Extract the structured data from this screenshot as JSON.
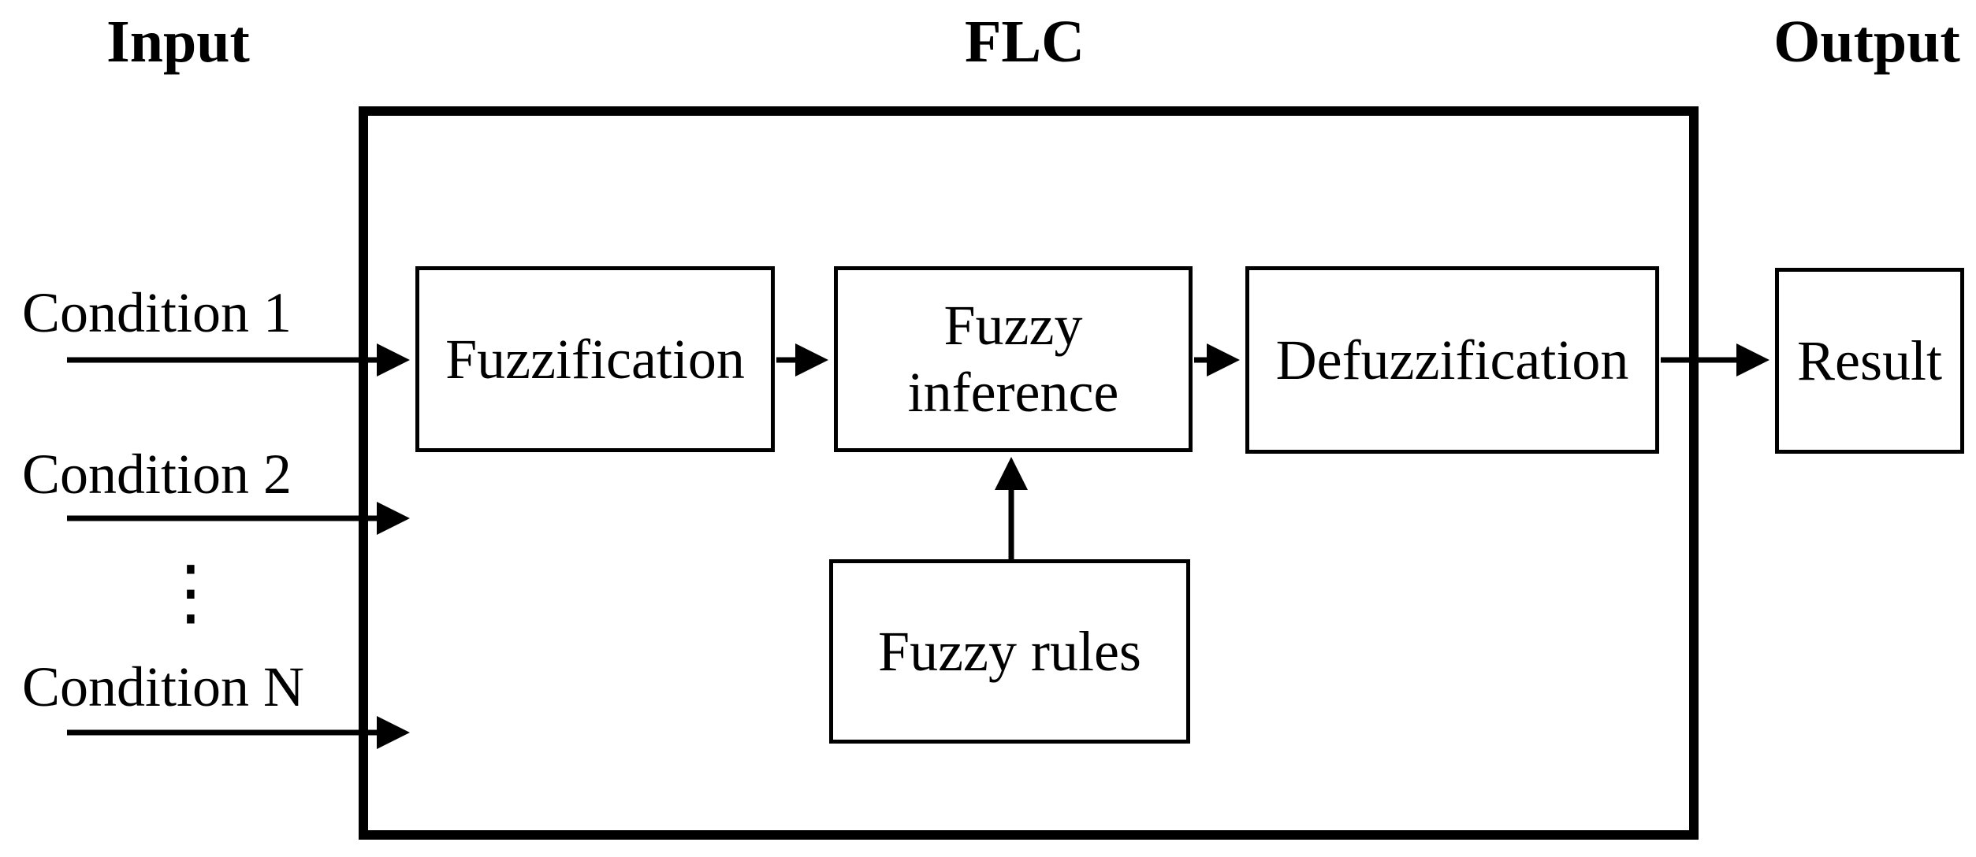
{
  "diagram": {
    "headers": {
      "input": "Input",
      "flc": "FLC",
      "output": "Output"
    },
    "inputs": {
      "conditions": [
        {
          "label": "Condition 1"
        },
        {
          "label": "Condition 2"
        },
        {
          "label": "Condition N"
        }
      ],
      "ellipsis": "⋮"
    },
    "blocks": {
      "fuzzification": {
        "label": "Fuzzification"
      },
      "fuzzy_inference": {
        "label": "Fuzzy inference"
      },
      "defuzzification": {
        "label": "Defuzzification"
      },
      "fuzzy_rules": {
        "label": "Fuzzy rules"
      },
      "result": {
        "label": "Result"
      }
    },
    "colors": {
      "line": "#000000",
      "background": "#ffffff",
      "text": "#000000"
    }
  }
}
